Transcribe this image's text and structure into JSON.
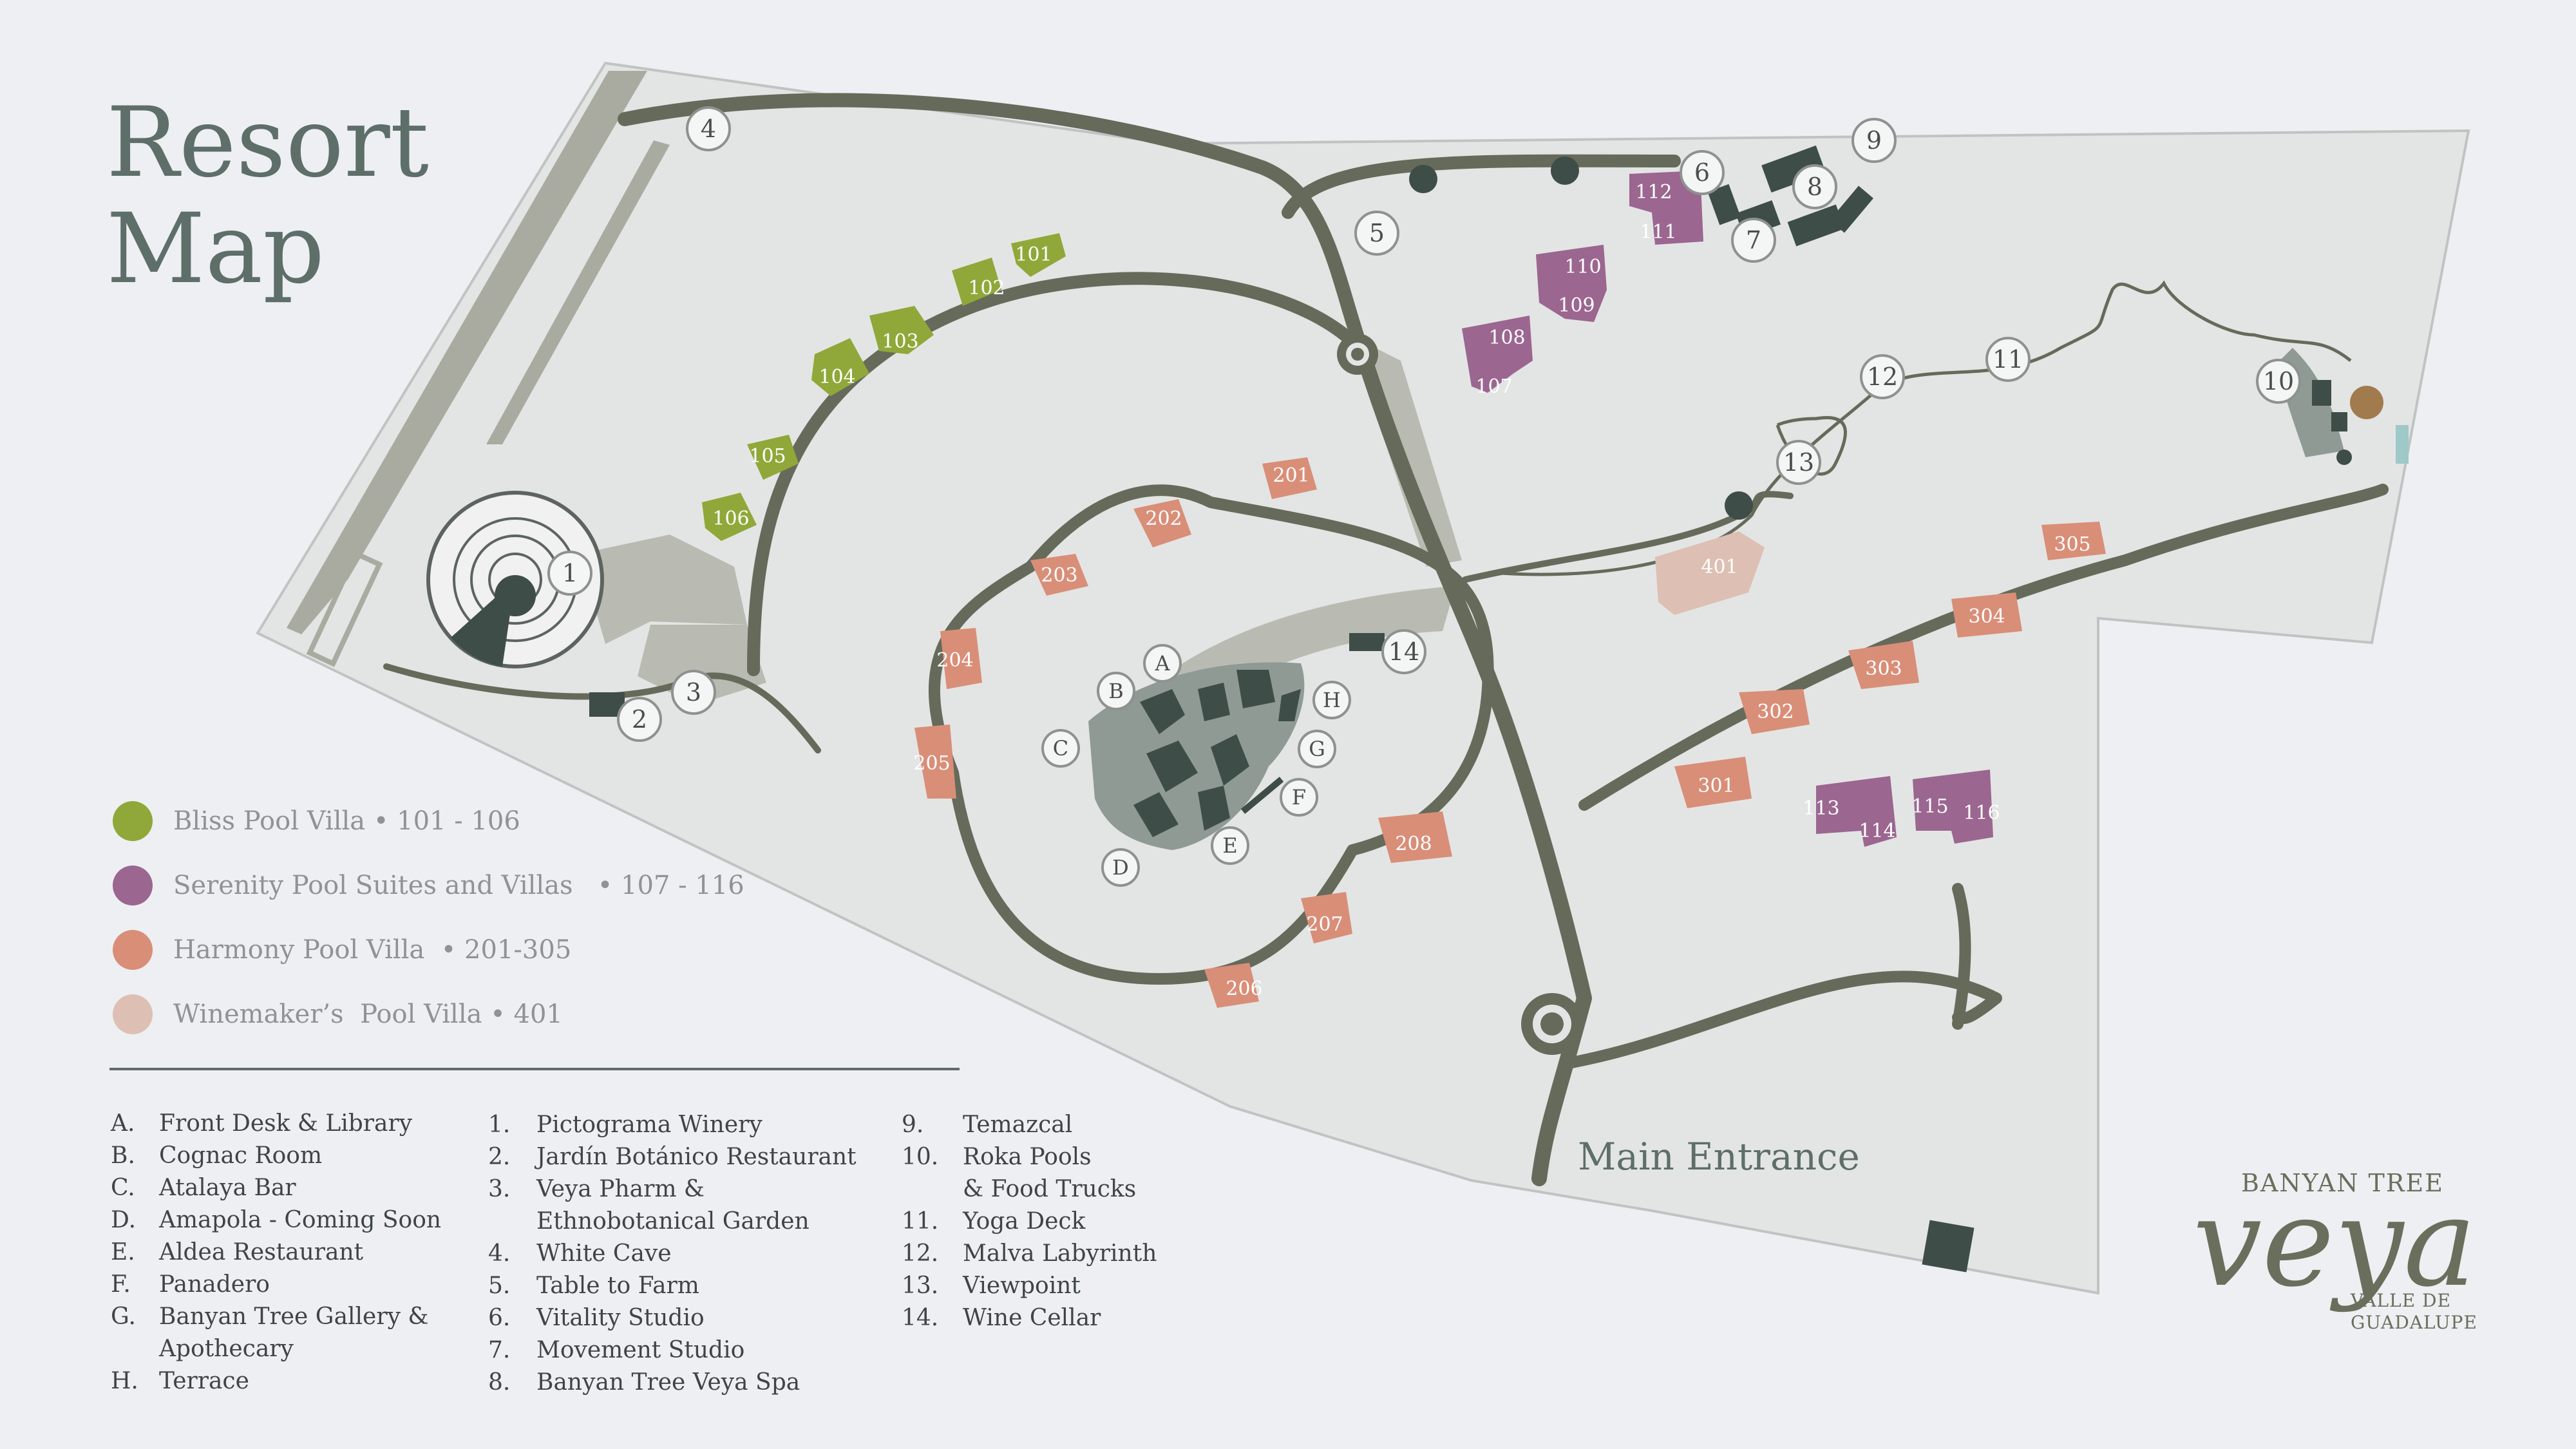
{
  "title": {
    "line1": "Resort",
    "line2": "Map"
  },
  "colors": {
    "background": "#edeff2",
    "land": "#e3e5e4",
    "path": "#666a5a",
    "building": "#3e4d47",
    "bliss": "#8fa839",
    "serenity": "#9b6690",
    "harmony": "#d98e78",
    "winemaker": "#ddbfb3"
  },
  "legend": [
    {
      "label": "Bliss Pool Villa • 101 - 106",
      "color": "#8fa839"
    },
    {
      "label": "Serenity Pool Suites and Villas   • 107 - 116",
      "color": "#9b6690"
    },
    {
      "label": "Harmony Pool Villa  • 201-305",
      "color": "#d98e78"
    },
    {
      "label": "Winemaker’s  Pool Villa • 401",
      "color": "#ddbfb3"
    }
  ],
  "key": {
    "col1": [
      {
        "id": "A.",
        "label": "Front Desk & Library"
      },
      {
        "id": "B.",
        "label": "Cognac Room"
      },
      {
        "id": "C.",
        "label": "Atalaya Bar"
      },
      {
        "id": "D.",
        "label": "Amapola - Coming Soon"
      },
      {
        "id": "E.",
        "label": "Aldea Restaurant"
      },
      {
        "id": "F.",
        "label": "Panadero"
      },
      {
        "id": "G.",
        "label": "Banyan Tree Gallery &"
      },
      {
        "id": "",
        "label": "Apothecary"
      },
      {
        "id": "H.",
        "label": "Terrace"
      }
    ],
    "col2": [
      {
        "id": "1.",
        "label": "Pictograma Winery"
      },
      {
        "id": "2.",
        "label": "Jardín Botánico Restaurant"
      },
      {
        "id": "3.",
        "label": "Veya Pharm &"
      },
      {
        "id": "",
        "label": "Ethnobotanical Garden"
      },
      {
        "id": "4.",
        "label": "White Cave"
      },
      {
        "id": "5.",
        "label": "Table to Farm"
      },
      {
        "id": "6.",
        "label": "Vitality Studio"
      },
      {
        "id": "7.",
        "label": "Movement Studio"
      },
      {
        "id": "8.",
        "label": "Banyan Tree Veya Spa"
      }
    ],
    "col3": [
      {
        "id": "9.",
        "label": "Temazcal"
      },
      {
        "id": "10.",
        "label": "Roka Pools"
      },
      {
        "id": "",
        "label": "& Food Trucks"
      },
      {
        "id": "11.",
        "label": "Yoga Deck"
      },
      {
        "id": "12.",
        "label": "Malva Labyrinth"
      },
      {
        "id": "13.",
        "label": "Viewpoint"
      },
      {
        "id": "14.",
        "label": "Wine Cellar"
      }
    ]
  },
  "markers": {
    "1": "1",
    "2": "2",
    "3": "3",
    "4": "4",
    "5": "5",
    "6": "6",
    "7": "7",
    "8": "8",
    "9": "9",
    "10": "10",
    "11": "11",
    "12": "12",
    "13": "13",
    "14": "14",
    "A": "A",
    "B": "B",
    "C": "C",
    "D": "D",
    "E": "E",
    "F": "F",
    "G": "G",
    "H": "H"
  },
  "villas": {
    "101": "101",
    "102": "102",
    "103": "103",
    "104": "104",
    "105": "105",
    "106": "106",
    "107": "107",
    "108": "108",
    "109": "109",
    "110": "110",
    "111": "111",
    "112": "112",
    "113": "113",
    "114": "114",
    "115": "115",
    "116": "116",
    "201": "201",
    "202": "202",
    "203": "203",
    "204": "204",
    "205": "205",
    "206": "206",
    "207": "207",
    "208": "208",
    "301": "301",
    "302": "302",
    "303": "303",
    "304": "304",
    "305": "305",
    "401": "401"
  },
  "entrance_label": "Main Entrance",
  "brand": {
    "top": "BANYAN TREE",
    "main": "veya",
    "sub1": "VALLE DE",
    "sub2": "GUADALUPE"
  }
}
